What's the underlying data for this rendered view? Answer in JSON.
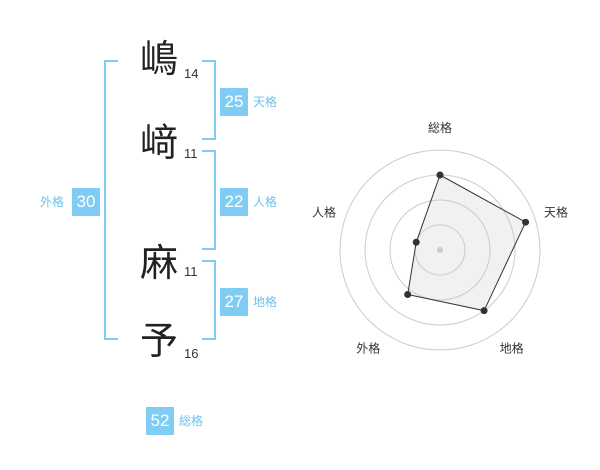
{
  "name_chars": [
    {
      "char": "嶋",
      "strokes": "14"
    },
    {
      "char": "﨑",
      "strokes": "11"
    },
    {
      "char": "麻",
      "strokes": "11"
    },
    {
      "char": "予",
      "strokes": "16"
    }
  ],
  "fortunes": {
    "tenkaku": {
      "value": "25",
      "label": "天格"
    },
    "jinkaku": {
      "value": "22",
      "label": "人格"
    },
    "chikaku": {
      "value": "27",
      "label": "地格"
    },
    "gaikaku": {
      "value": "30",
      "label": "外格"
    },
    "soukaku": {
      "value": "52",
      "label": "総格"
    }
  },
  "colors": {
    "accent": "#7fcdf5",
    "accent_text": "#6cc2ee",
    "text": "#222222"
  },
  "chart_data": {
    "type": "radar",
    "axes": [
      "総格",
      "天格",
      "地格",
      "外格",
      "人格"
    ],
    "values": [
      0.75,
      0.9,
      0.75,
      0.55,
      0.25
    ],
    "rings": 4
  }
}
